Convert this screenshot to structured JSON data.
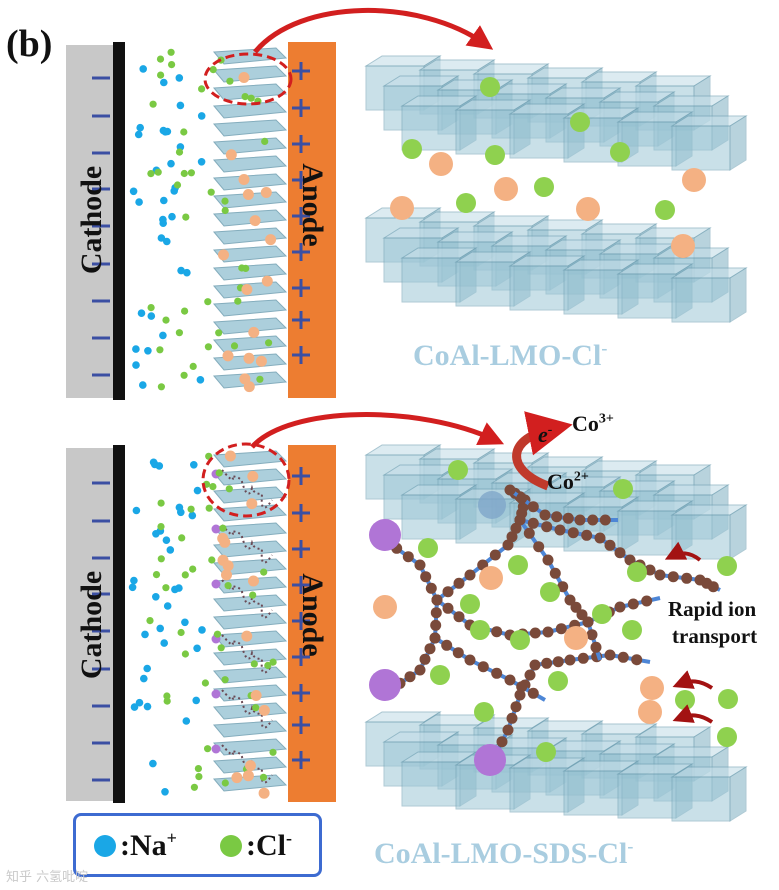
{
  "panel_label": "(b)",
  "electrodes": {
    "cathode_label": "Cathode",
    "anode_label": "Anode",
    "minus_sign": "−",
    "plus_sign": "+"
  },
  "top_panel": {
    "caption": "CoAl-LMO-Cl",
    "caption_superscript": "-"
  },
  "bottom_panel": {
    "caption": "CoAl-LMO-SDS-Cl",
    "caption_superscript": "-",
    "electron_label": "e",
    "electron_superscript": "-",
    "co3_label": "Co",
    "co3_superscript": "3+",
    "co2_label": "Co",
    "co2_superscript": "2+",
    "transport_line1": "Rapid ion",
    "transport_line2": "transport"
  },
  "legend": {
    "na_label": ":Na",
    "na_superscript": "+",
    "cl_label": ":Cl",
    "cl_superscript": "-"
  },
  "watermark": "知乎 六氢吡啶",
  "colors": {
    "na_ion": "#1aa7e6",
    "cl_ion": "#7ac943",
    "cl_large": "#8fd14f",
    "peach": "#f4b183",
    "anode": "#ed7d31",
    "cathode": "#c8c8c8",
    "collector": "#111111",
    "sign": "#3b4fa3",
    "crystal": "#9ec7d6",
    "crystal_edge": "#6f9fb2",
    "arrow_red": "#d21f1f",
    "chain_node": "#7a4a3a",
    "chain_link": "#4d86d6",
    "sds_head": "#b075d6",
    "caption": "#a9cde0",
    "legend_border": "#3d6bd1"
  }
}
